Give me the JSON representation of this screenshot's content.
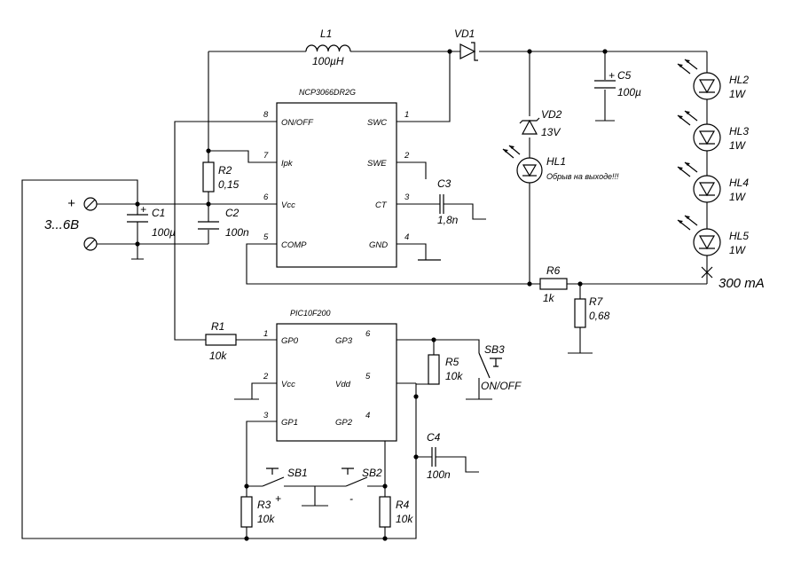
{
  "supply": {
    "plus": "+",
    "voltage": "3...6В"
  },
  "ic1": {
    "name": "NCP3066DR2G",
    "pins": {
      "p1": "1",
      "p2": "2",
      "p3": "3",
      "p4": "4",
      "p5": "5",
      "p6": "6",
      "p7": "7",
      "p8": "8"
    },
    "left": [
      "ON/OFF",
      "Ipk",
      "Vcc",
      "COMP"
    ],
    "right": [
      "SWC",
      "SWE",
      "CT",
      "GND"
    ]
  },
  "ic2": {
    "name": "PIC10F200",
    "pins": {
      "p1": "1",
      "p2": "2",
      "p3": "3",
      "p4": "4",
      "p5": "5",
      "p6": "6"
    },
    "left": [
      "GP0",
      "Vcc",
      "GP1"
    ],
    "right": [
      "GP3",
      "Vdd",
      "GP2"
    ]
  },
  "components": {
    "L1": {
      "ref": "L1",
      "value": "100µH"
    },
    "VD1": {
      "ref": "VD1"
    },
    "VD2": {
      "ref": "VD2",
      "value": "13V"
    },
    "C1": {
      "ref": "C1",
      "value": "100µ"
    },
    "C2": {
      "ref": "C2",
      "value": "100n"
    },
    "C3": {
      "ref": "C3",
      "value": "1,8n"
    },
    "C4": {
      "ref": "C4",
      "value": "100n"
    },
    "C5": {
      "ref": "C5",
      "value": "100µ"
    },
    "R1": {
      "ref": "R1",
      "value": "10k"
    },
    "R2": {
      "ref": "R2",
      "value": "0,15"
    },
    "R3": {
      "ref": "R3",
      "value": "10k"
    },
    "R4": {
      "ref": "R4",
      "value": "10k"
    },
    "R5": {
      "ref": "R5",
      "value": "10k"
    },
    "R6": {
      "ref": "R6",
      "value": "1k"
    },
    "R7": {
      "ref": "R7",
      "value": "0,68"
    },
    "HL1": {
      "ref": "HL1",
      "note": "Обрыв на выходе!!!"
    },
    "HL2": {
      "ref": "HL2",
      "value": "1W"
    },
    "HL3": {
      "ref": "HL3",
      "value": "1W"
    },
    "HL4": {
      "ref": "HL4",
      "value": "1W"
    },
    "HL5": {
      "ref": "HL5",
      "value": "1W"
    },
    "SB1": {
      "ref": "SB1",
      "sign": "+"
    },
    "SB2": {
      "ref": "SB2",
      "sign": "-"
    },
    "SB3": {
      "ref": "SB3",
      "value": "ON/OFF"
    }
  },
  "marks": {
    "cap_plus": "+"
  },
  "current": "300 mA"
}
